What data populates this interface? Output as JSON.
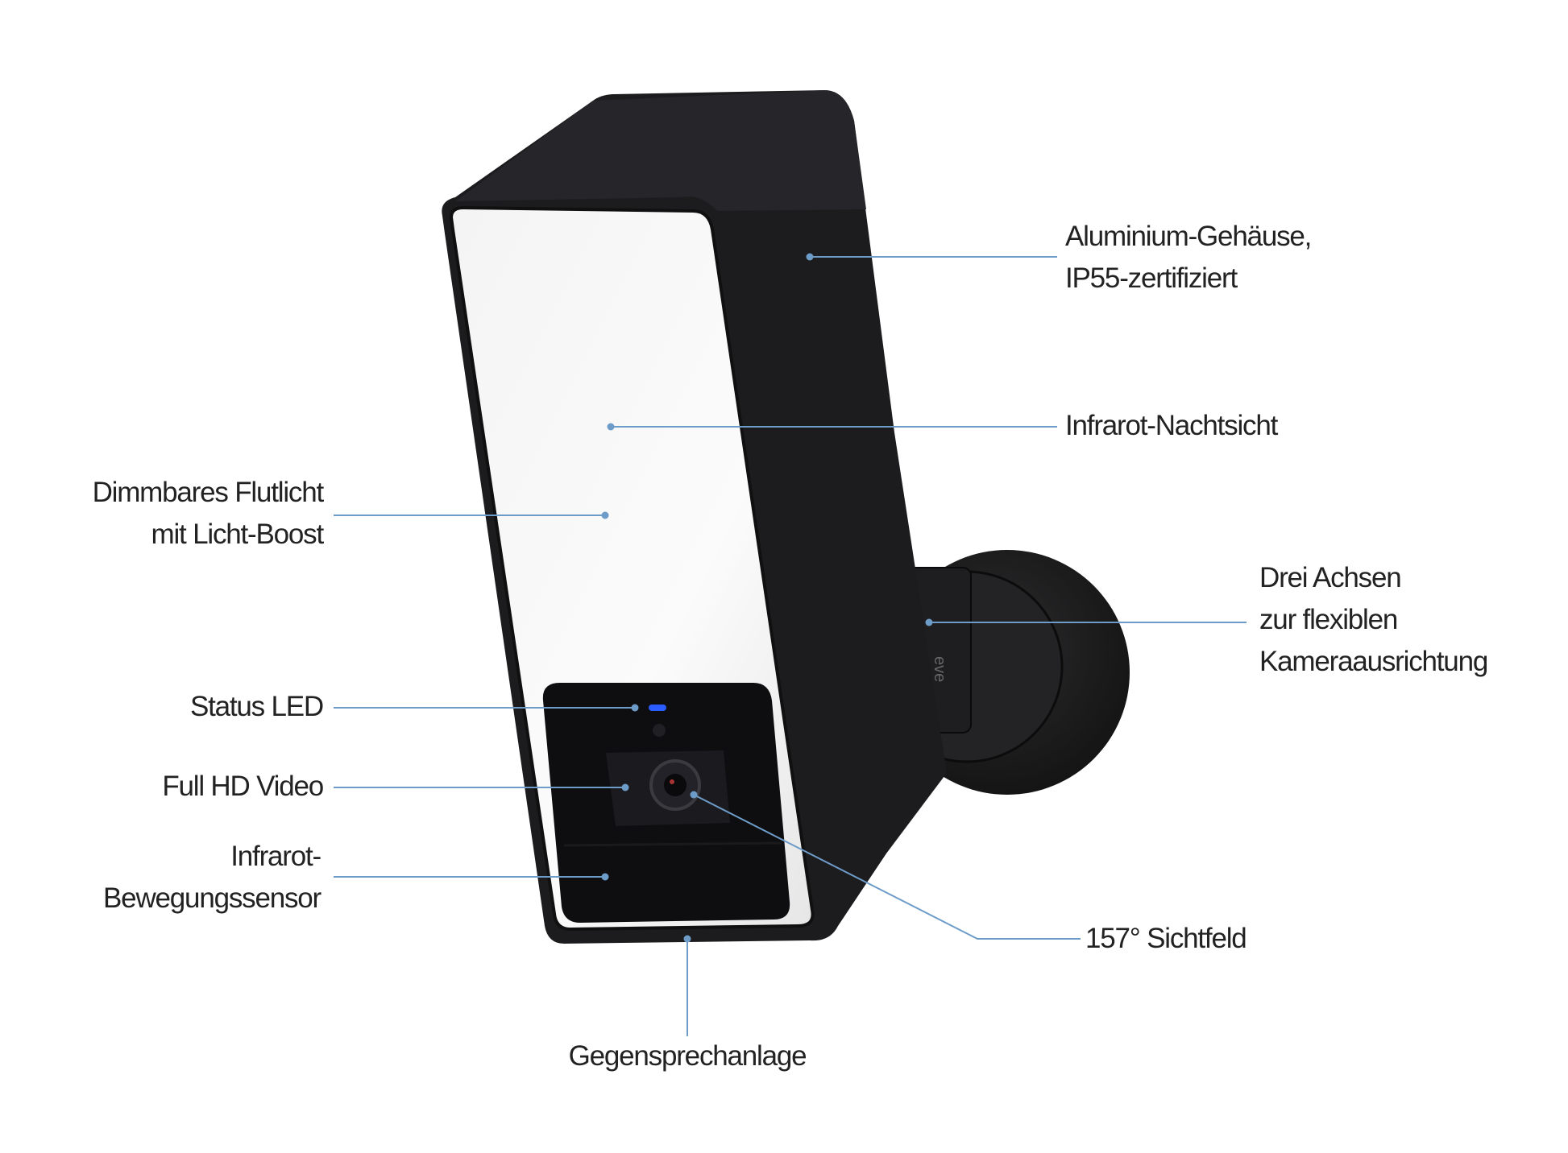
{
  "labels": {
    "housing": [
      "Aluminium-Gehäuse,",
      "IP55-zertifiziert"
    ],
    "night_vision": [
      "Infrarot-Nachtsicht"
    ],
    "floodlight": [
      "Dimmbares Flutlicht",
      "mit Licht-Boost"
    ],
    "status_led": [
      "Status LED"
    ],
    "video": [
      "Full HD Video"
    ],
    "motion_sensor": [
      "Infrarot-",
      "Bewegungssensor"
    ],
    "intercom": [
      "Gegensprechanlage"
    ],
    "field_of_view": [
      "157° Sichtfeld"
    ],
    "axes": [
      "Drei Achsen",
      "zur flexiblen",
      "Kameraausrichtung"
    ]
  },
  "brand": "eve",
  "colors": {
    "leader": "#6e9cc9",
    "body": "#1c1c1e",
    "led": "#2a5cff",
    "text": "#222222"
  }
}
